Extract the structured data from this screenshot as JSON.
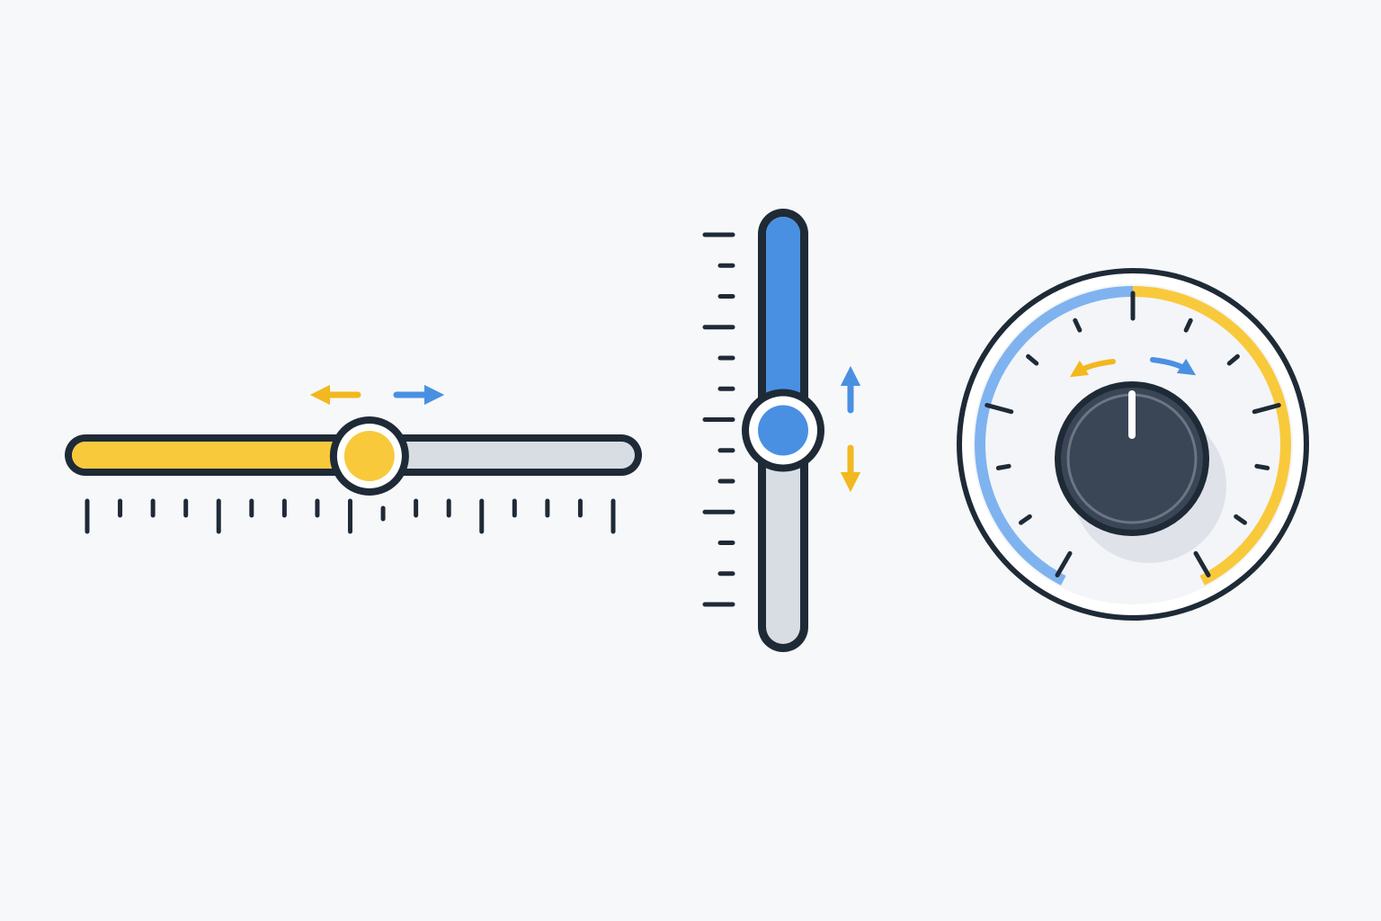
{
  "colors": {
    "outline": "#1f2a37",
    "yellow": "#f9c93c",
    "yellow_arrow": "#f2b81f",
    "blue": "#4a90e2",
    "blue_light": "#7fb3ef",
    "track_gray": "#d8dde3",
    "knob_dark": "#3a4556",
    "face": "#ffffff",
    "background": "#f7f8f9"
  },
  "horizontal_slider": {
    "value_fraction": 0.53,
    "tick_count": 17,
    "left_arrow_icon": "arrow-left-icon",
    "right_arrow_icon": "arrow-right-icon"
  },
  "vertical_slider": {
    "value_fraction": 0.5,
    "tick_count": 13,
    "up_arrow_icon": "arrow-up-icon",
    "down_arrow_icon": "arrow-down-icon"
  },
  "rotary_knob": {
    "value_fraction": 0.5,
    "tick_count": 13,
    "arc_low_color": "blue",
    "arc_high_color": "yellow",
    "ccw_arrow_icon": "rotate-ccw-icon",
    "cw_arrow_icon": "rotate-cw-icon"
  }
}
